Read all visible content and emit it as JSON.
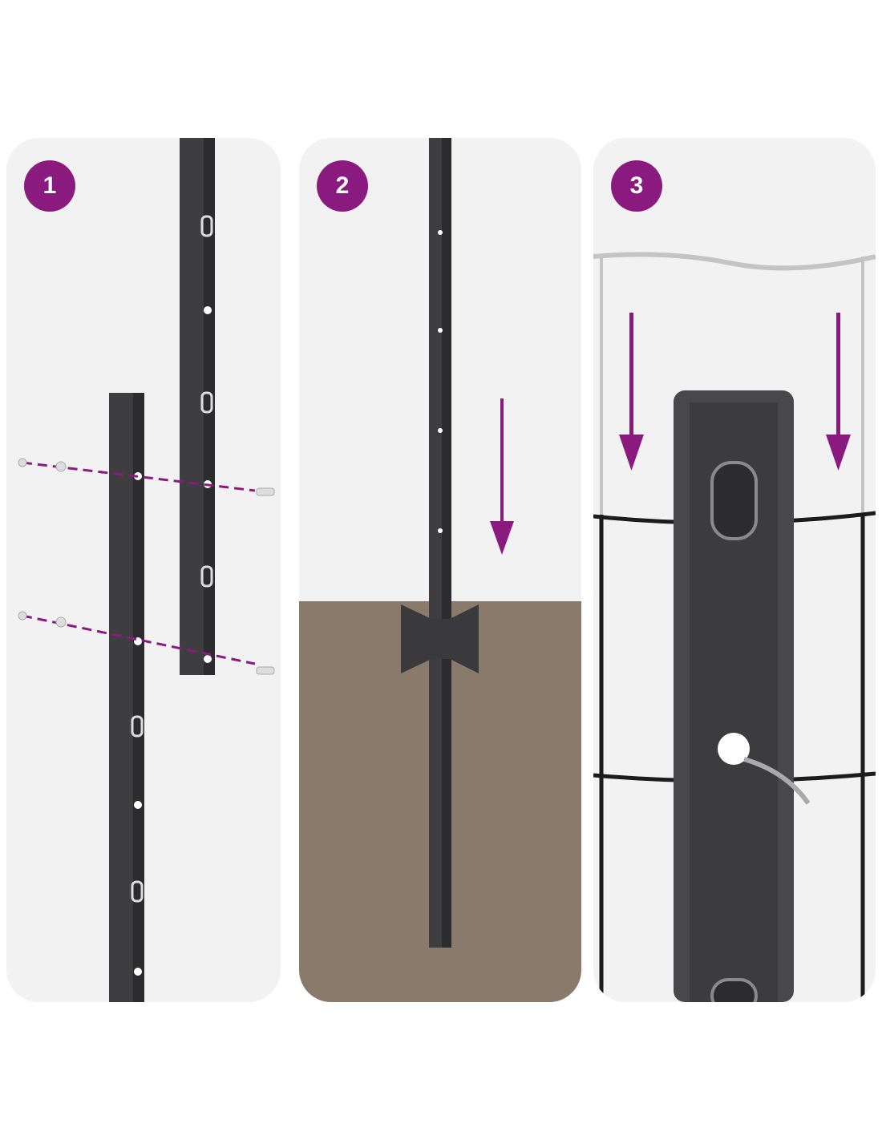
{
  "colors": {
    "accent": "#8b1a7f",
    "post": "#3e3e40",
    "panel": "#f2f2f2",
    "soil": "#8a7a6c"
  },
  "steps": [
    {
      "number": "1"
    },
    {
      "number": "2"
    },
    {
      "number": "3"
    }
  ]
}
